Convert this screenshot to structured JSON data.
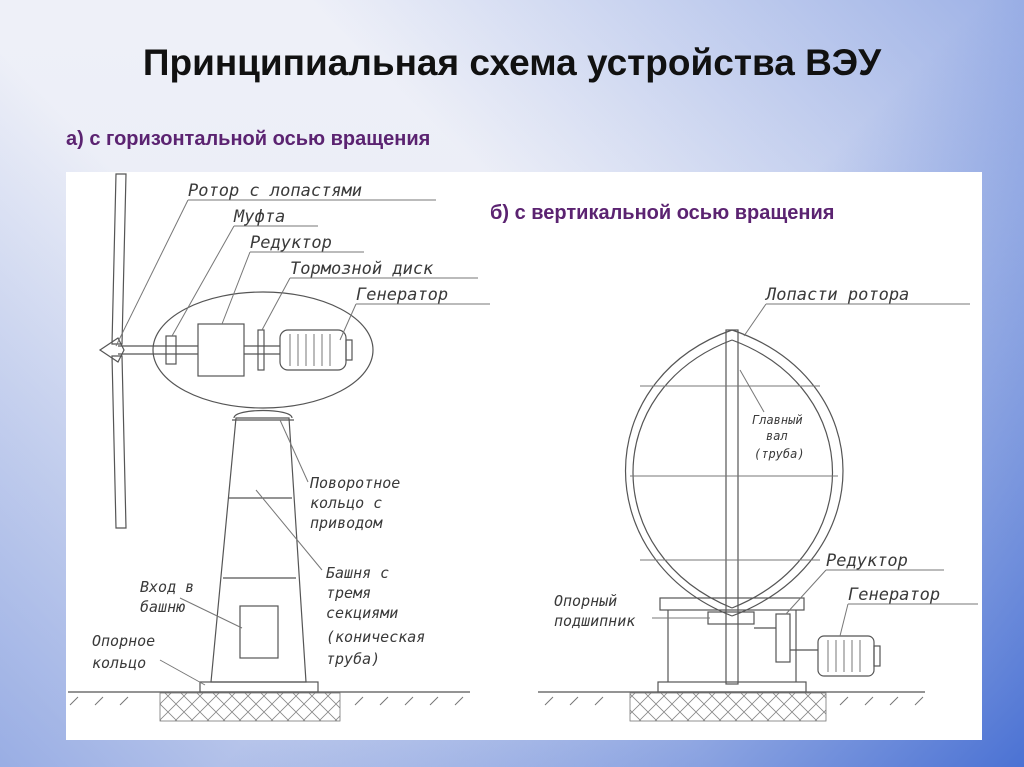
{
  "title": "Принципиальная схема устройства ВЭУ",
  "subtitle_a": "а) с горизонтальной осью вращения",
  "subtitle_b": "б) с вертикальной осью вращения",
  "horizontal": {
    "rotor": "Ротор с лопастями",
    "coupling": "Муфта",
    "gearbox": "Редуктор",
    "brake_disc": "Тормозной диск",
    "generator": "Генератор",
    "yaw_ring": [
      "Поворотное",
      "кольцо с",
      "приводом"
    ],
    "tower": [
      "Башня с",
      "тремя",
      "секциями",
      "(коническая",
      "труба)"
    ],
    "entrance": [
      "Вход в",
      "башню"
    ],
    "support_ring": [
      "Опорное",
      "кольцо"
    ]
  },
  "vertical": {
    "rotor_blades": "Лопасти ротора",
    "main_shaft": [
      "Главный",
      "вал",
      "(труба)"
    ],
    "gearbox": "Редуктор",
    "generator": "Генератор",
    "bearing": [
      "Опорный",
      "подшипник"
    ]
  }
}
